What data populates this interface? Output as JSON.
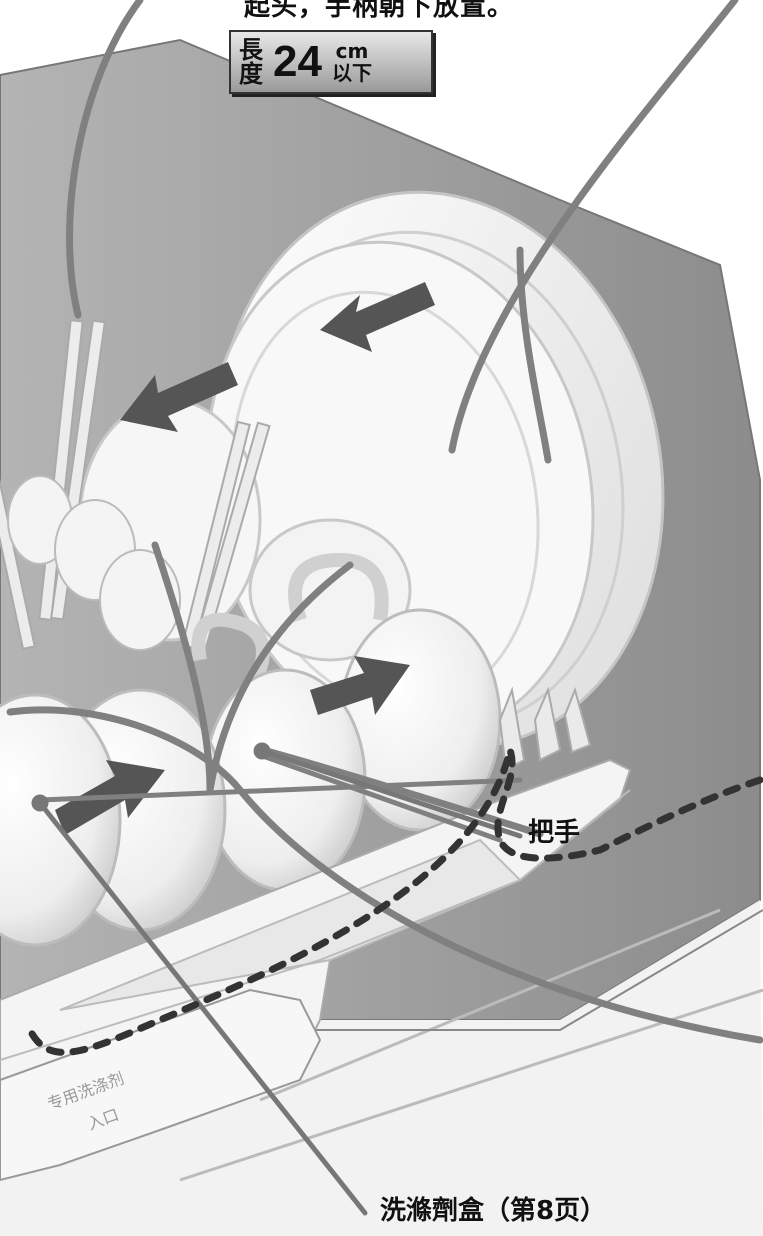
{
  "top_caption": "起头，手柄朝下放置。",
  "length_badge": {
    "kanji_top": "長",
    "kanji_bottom": "度",
    "number": "24",
    "unit_top": "cm",
    "unit_bottom": "以下"
  },
  "detergent_inlet_text": [
    "专用洗涤剂",
    "入口"
  ],
  "callouts": {
    "handle": "把手",
    "detergent_box": "洗滌劑盒（第8页）"
  },
  "colors": {
    "body_gray": "#9c9c9c",
    "arrow_gray": "#555555",
    "rack_white": "#f4f4f4",
    "dashed_line": "#333333"
  }
}
